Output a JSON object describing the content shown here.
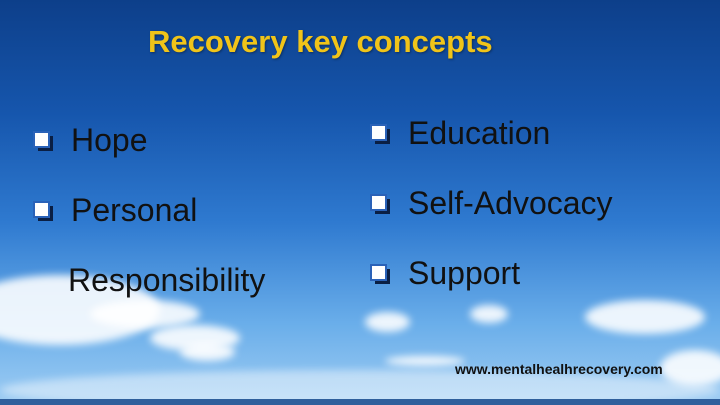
{
  "slide": {
    "title": "Recovery key concepts",
    "left_items": [
      {
        "label": "Hope",
        "icon": "checkbox-bullet-icon"
      },
      {
        "label": "Personal",
        "icon": "checkbox-bullet-icon"
      }
    ],
    "left_continuation": "Responsibility",
    "right_items": [
      {
        "label": "Education",
        "icon": "checkbox-bullet-icon"
      },
      {
        "label": "Self-Advocacy",
        "icon": "checkbox-bullet-icon"
      },
      {
        "label": "Support",
        "icon": "checkbox-bullet-icon"
      }
    ],
    "footer_url": "www.mentalhealhrecovery.com"
  },
  "colors": {
    "title": "#f0c419",
    "bullet_box": "#2a62b8",
    "text": "#111111"
  }
}
